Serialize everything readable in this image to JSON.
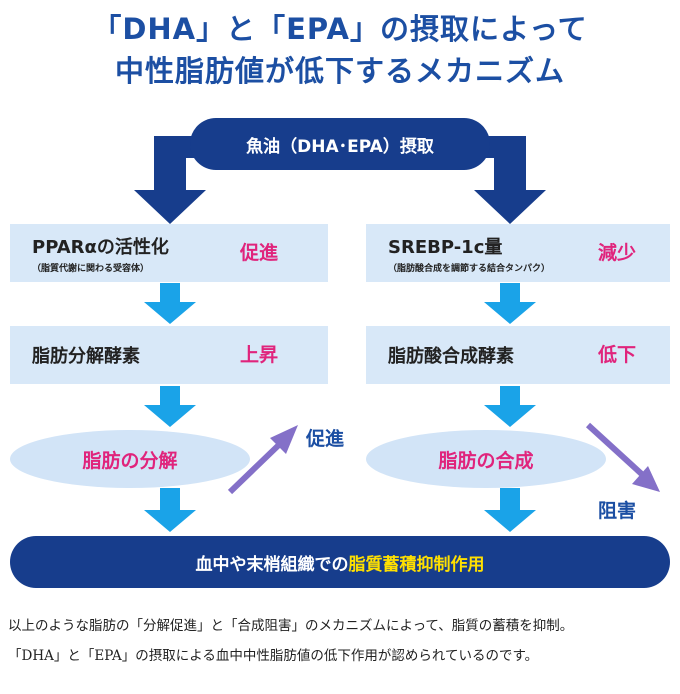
{
  "title": {
    "line1": "「DHA」と「EPA」の摂取によって",
    "line2": "中性脂肪値が低下するメカニズム"
  },
  "top_node": "魚油（DHA･EPA）摂取",
  "left": {
    "box1_main": "PPARαの活性化",
    "box1_sub": "（脂質代謝に関わる受容体）",
    "box1_effect": "促進",
    "box2_main": "脂肪分解酵素",
    "box2_effect": "上昇",
    "ellipse": "脂肪の分解",
    "arrow_label": "促進"
  },
  "right": {
    "box1_main": "SREBP-1c量",
    "box1_sub": "（脂肪酸合成を調節する結合タンパク）",
    "box1_effect": "減少",
    "box2_main": "脂肪酸合成酵素",
    "box2_effect": "低下",
    "ellipse": "脂肪の合成",
    "arrow_label": "阻害"
  },
  "bottom": {
    "prefix": "血中や末梢組織での",
    "highlight": "脂質蓄積抑制作用"
  },
  "description": {
    "line1": "以上のような脂肪の「分解促進」と「合成阻害」のメカニズムによって、脂質の蓄積を抑制。",
    "line2": "「DHA」と「EPA」の摂取による血中中性脂肪値の低下作用が認められているのです。"
  },
  "colors": {
    "navy": "#173d8c",
    "title_blue": "#1c4fa3",
    "cyan_arrow": "#1aa3e8",
    "purple_arrow": "#8470c8",
    "pink": "#e0247c",
    "box_bg": "#d8e8f8",
    "highlight": "#ffe000"
  }
}
